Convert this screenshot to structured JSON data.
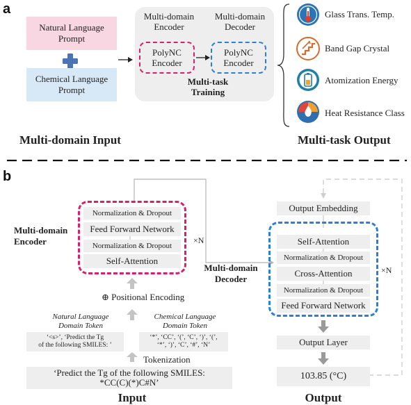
{
  "panel_a": {
    "label": "a",
    "natural_prompt": "Natural Language\nPrompt",
    "chemical_prompt": "Chemical Language\nPrompt",
    "plus": "+",
    "encoder_header": "Multi-domain\nEncoder",
    "decoder_header": "Multi-domain\nDecoder",
    "encoder_box": "PolyNC\nEncoder",
    "decoder_box": "PolyNC\nEncoder",
    "training_label": "Multi-task\nTraining",
    "tasks": [
      {
        "label": "Glass Trans. Temp.",
        "icon": "thermometer-icon",
        "color": "#2a74b8"
      },
      {
        "label": "Band Gap Crystal",
        "icon": "stairs-icon",
        "color": "#d86a2c"
      },
      {
        "label": "Atomization Energy",
        "icon": "battery-icon",
        "color": "#1f7fa8"
      },
      {
        "label": "Heat Resistance Class",
        "icon": "flame-icon",
        "color": "#c0392b"
      }
    ],
    "input_caption": "Multi-domain Input",
    "output_caption": "Multi-task Output"
  },
  "panel_b": {
    "label": "b",
    "encoder_side_label": "Multi-domain\nEncoder",
    "enc_norm1": "Normalization & Dropout",
    "enc_ffn": "Feed Forward Network",
    "enc_norm2": "Normalization & Dropout",
    "enc_self_attn": "Self-Attention",
    "enc_times": "×N",
    "positional": "⊕ Positional Encoding",
    "nl_token_title": "Natural Language\nDomain Token",
    "nl_token_text": "‘<s>’, ‘Predict the Tg\nof the following SMILES: ’",
    "cl_token_title": "Chemical Language\nDomain Token",
    "cl_token_text": "‘*’, ‘CC’, ‘(’, ‘C’, ‘)’, ‘(’,\n‘*’, ‘)’, ‘C’, ‘#’, ‘N’",
    "tokenization": "Tokenization",
    "input_text": "‘Predict the Tg of the following SMILES:\n*CC(C)(*)C#N’",
    "input_caption": "Input",
    "decoder_side_label": "Multi-domain\nDecoder",
    "output_embedding": "Output Embedding",
    "dec_self_attn": "Self-Attention",
    "dec_norm1": "Normalization & Dropout",
    "dec_cross_attn": "Cross-Attention",
    "dec_norm2": "Normalization & Dropout",
    "dec_ffn": "Feed Forward Network",
    "dec_times": "×N",
    "output_layer": "Output Layer",
    "output_value": "103.85 (°C)",
    "output_caption": "Output"
  }
}
